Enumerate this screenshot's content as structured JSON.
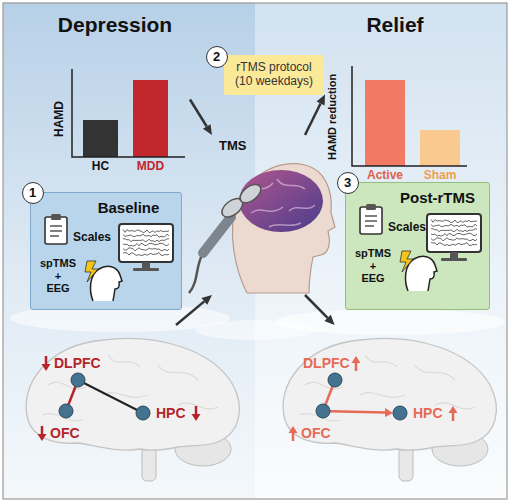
{
  "diagram": {
    "nodes": [
      {
        "text": [
          "HAMD",
          "HC",
          "MDD"
        ]
      },
      {
        "text": [
          "2"
        ]
      },
      {
        "text": [
          "rTMS protocol (10 weekdays)"
        ]
      },
      {
        "text": [
          "HAMD reduction",
          "Active",
          "Sham"
        ]
      },
      {
        "text": [
          "Baseline",
          "Scales",
          "spTMS + EEG"
        ]
      },
      {
        "text": [
          "1"
        ],
        "in": 4
      },
      {
        "text": [
          "TMS"
        ]
      },
      {
        "text": [
          "Post-rTMS",
          "Scales",
          "spTMS + EEG"
        ]
      },
      {
        "text": [
          "3"
        ],
        "in": 7
      },
      {
        "text": [
          "DLPFC",
          "OFC",
          "HPC"
        ]
      },
      {
        "text": [
          "DLPFC",
          "OFC",
          "HPC"
        ]
      }
    ],
    "edges": [
      {
        "from": 0,
        "to": 6,
        "arrow": "to"
      },
      {
        "from": 6,
        "to": 3,
        "arrow": "to"
      },
      {
        "from": 9,
        "to": 6,
        "arrow": "to"
      },
      {
        "from": 6,
        "to": 10,
        "arrow": "to"
      }
    ],
    "labels": [
      "Depression",
      "Relief"
    ]
  }
}
